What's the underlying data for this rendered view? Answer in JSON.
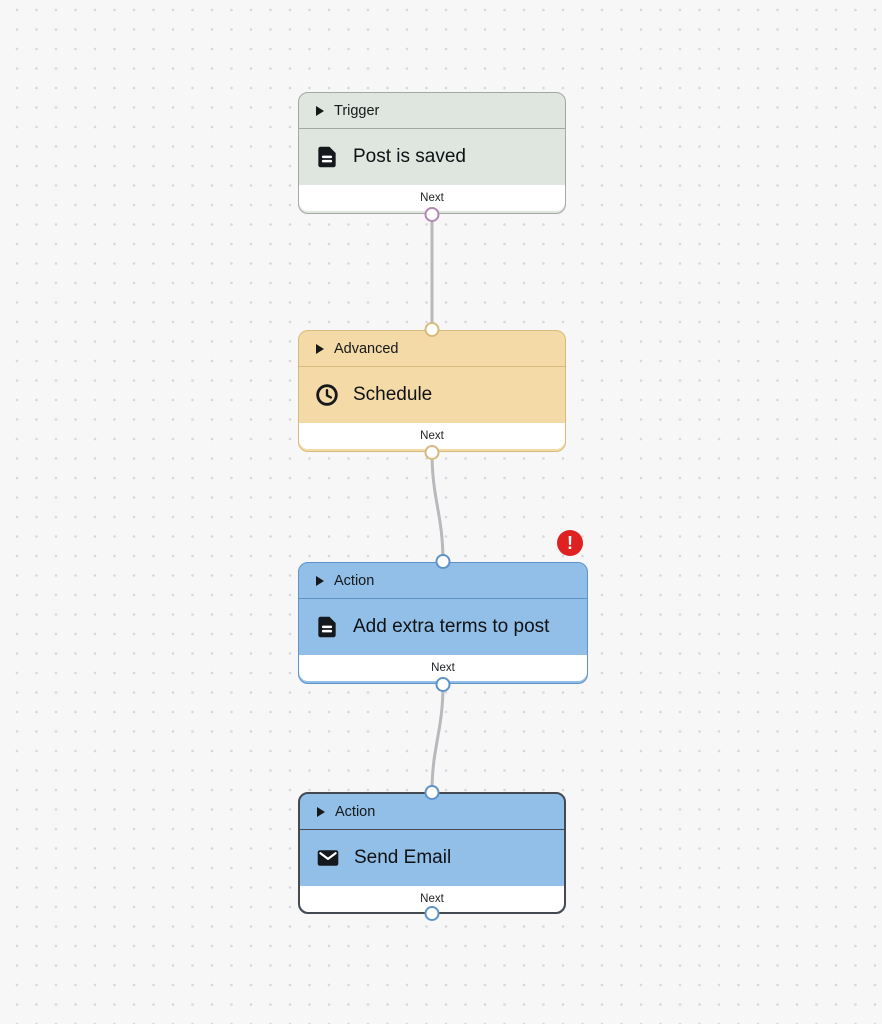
{
  "canvas": {
    "background_color": "#f7f7f8",
    "dot_color": "#d7d7db",
    "edge_color": "#b8b8bd"
  },
  "nodes": [
    {
      "category": "Trigger",
      "title": "Post is saved",
      "icon": "document-icon",
      "footer_label": "Next",
      "selected": false,
      "colors": {
        "background": "#dfe5df",
        "border": "#a2a8a2",
        "port": "#b287b2"
      }
    },
    {
      "category": "Advanced",
      "title": "Schedule",
      "icon": "clock-icon",
      "footer_label": "Next",
      "selected": false,
      "colors": {
        "background": "#f4daa6",
        "border": "#d7ba7d",
        "port": "#d7ba7d"
      }
    },
    {
      "category": "Action",
      "title": "Add extra terms to post",
      "icon": "document-icon",
      "footer_label": "Next",
      "selected": false,
      "badge": {
        "type": "error",
        "glyph": "!",
        "color": "#e02121"
      },
      "colors": {
        "background": "#92bfe7",
        "border": "#5e93c7",
        "port": "#5e93c7"
      }
    },
    {
      "category": "Action",
      "title": "Send Email",
      "icon": "envelope-icon",
      "footer_label": "Next",
      "selected": true,
      "colors": {
        "background": "#92bfe7",
        "border": "#454a52",
        "port": "#5e93c7"
      }
    }
  ],
  "edges": [
    {
      "from": "Post is saved",
      "to": "Schedule"
    },
    {
      "from": "Schedule",
      "to": "Add extra terms to post"
    },
    {
      "from": "Add extra terms to post",
      "to": "Send Email"
    }
  ]
}
